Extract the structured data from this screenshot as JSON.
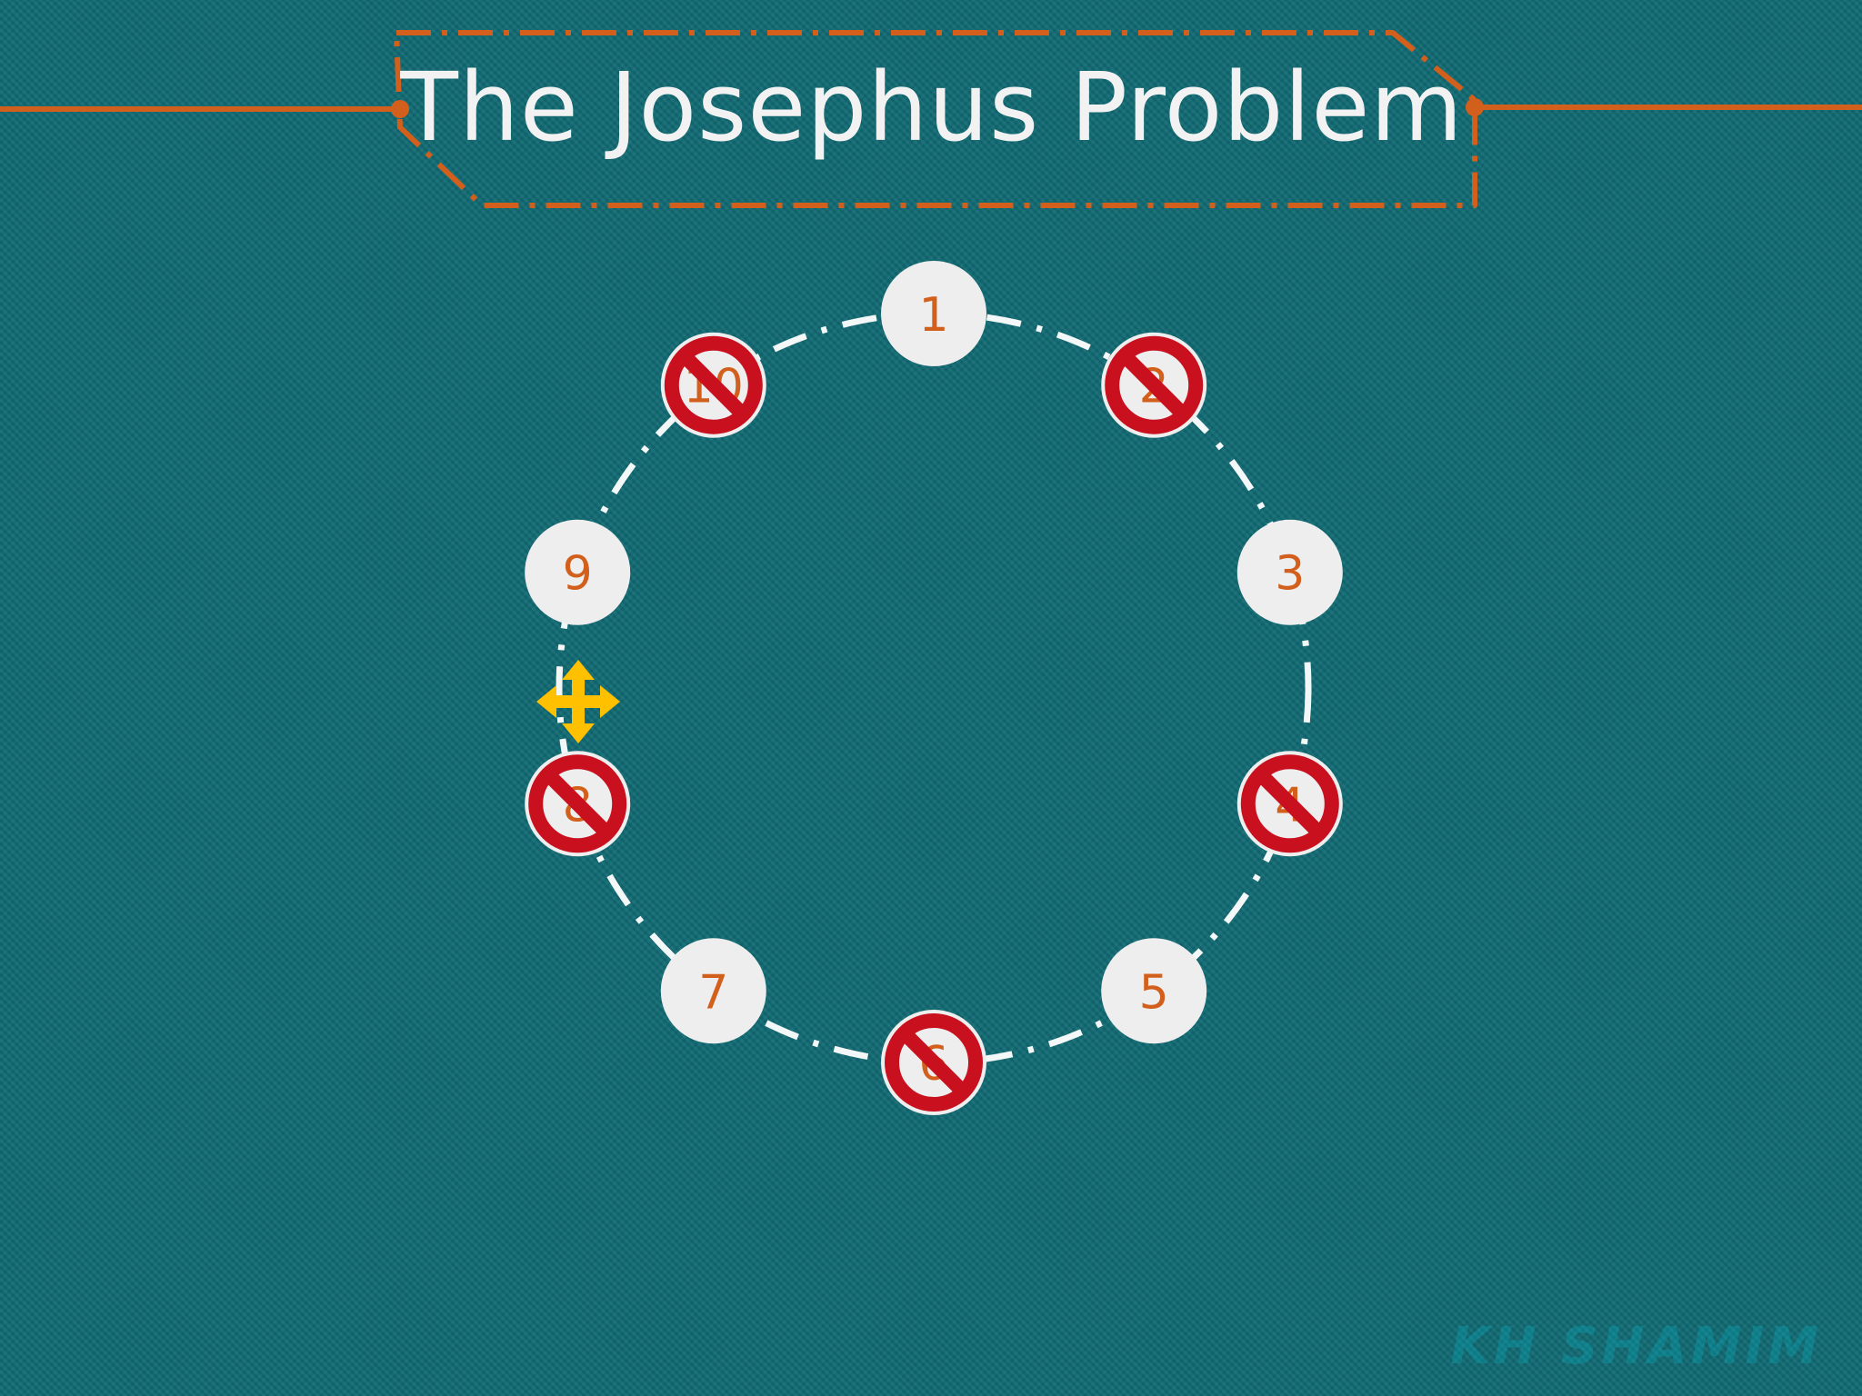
{
  "title": "The Josephus Problem",
  "signature": "KH SHAMIM",
  "colors": {
    "background": "#116a73",
    "accent_orange": "#d2601c",
    "node_fill": "#eeeeee",
    "node_label": "#d2601c",
    "eliminated_red": "#c8101e",
    "ring_dash": "#ffffff",
    "move_cursor": "#ffc000"
  },
  "people": [
    {
      "label": "1",
      "eliminated": false
    },
    {
      "label": "2",
      "eliminated": true
    },
    {
      "label": "3",
      "eliminated": false
    },
    {
      "label": "4",
      "eliminated": true
    },
    {
      "label": "5",
      "eliminated": false
    },
    {
      "label": "6",
      "eliminated": true
    },
    {
      "label": "7",
      "eliminated": false
    },
    {
      "label": "8",
      "eliminated": true
    },
    {
      "label": "9",
      "eliminated": false
    },
    {
      "label": "10",
      "eliminated": true
    }
  ],
  "eliminated_icon": "no-entry-icon",
  "cursor_icon": "move-arrows-icon"
}
